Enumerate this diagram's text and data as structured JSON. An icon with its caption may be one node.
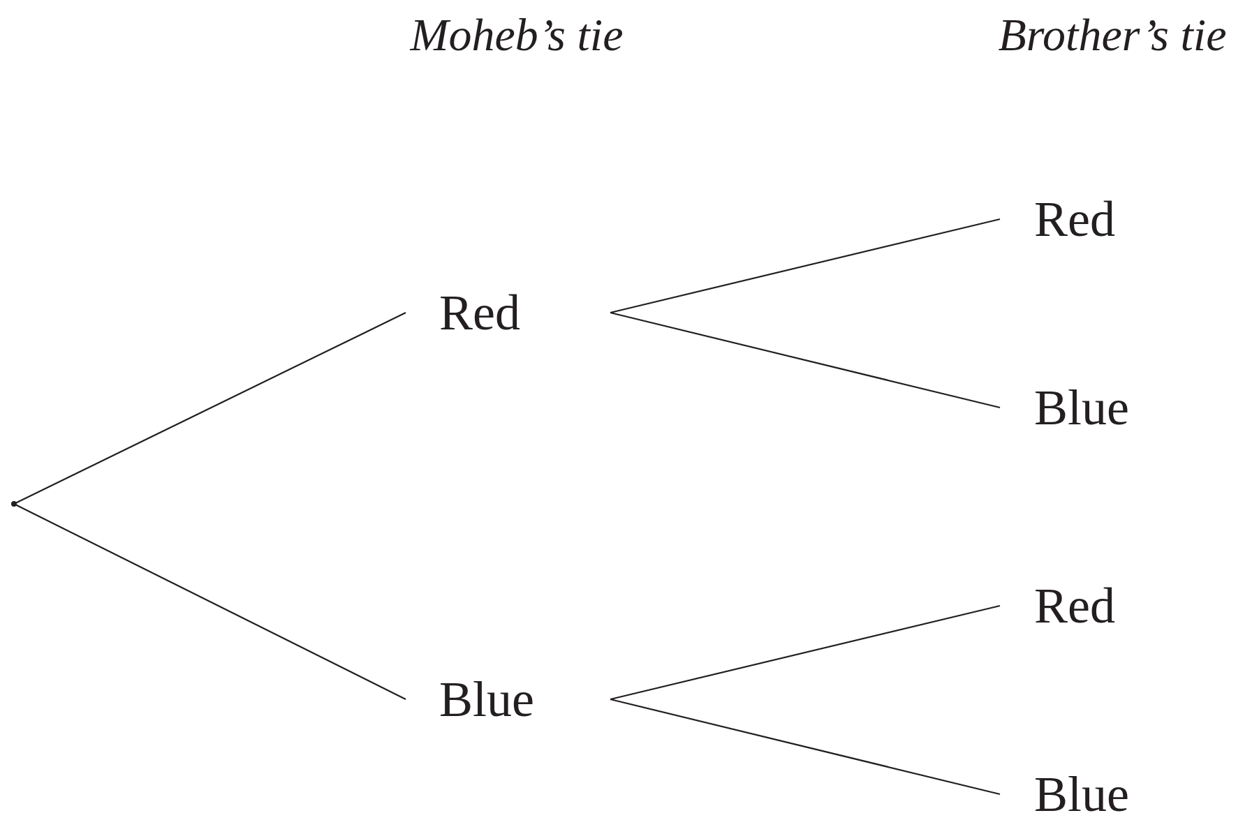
{
  "diagram": {
    "nodes": [
      {
        "text": [],
        "shape": "point"
      },
      {
        "text": [
          "Red"
        ]
      },
      {
        "text": [
          "Blue"
        ]
      },
      {
        "text": [
          "Red"
        ]
      },
      {
        "text": [
          "Blue"
        ]
      },
      {
        "text": [
          "Red"
        ]
      },
      {
        "text": [
          "Blue"
        ]
      }
    ],
    "edges": [
      {
        "from": 0,
        "to": 1,
        "arrow": "none"
      },
      {
        "from": 0,
        "to": 2,
        "arrow": "none"
      },
      {
        "from": 1,
        "to": 3,
        "arrow": "none"
      },
      {
        "from": 1,
        "to": 4,
        "arrow": "none"
      },
      {
        "from": 2,
        "to": 5,
        "arrow": "none"
      },
      {
        "from": 2,
        "to": 6,
        "arrow": "none"
      }
    ],
    "labels": [
      "Moheb’s tie",
      "Brother’s tie"
    ]
  }
}
